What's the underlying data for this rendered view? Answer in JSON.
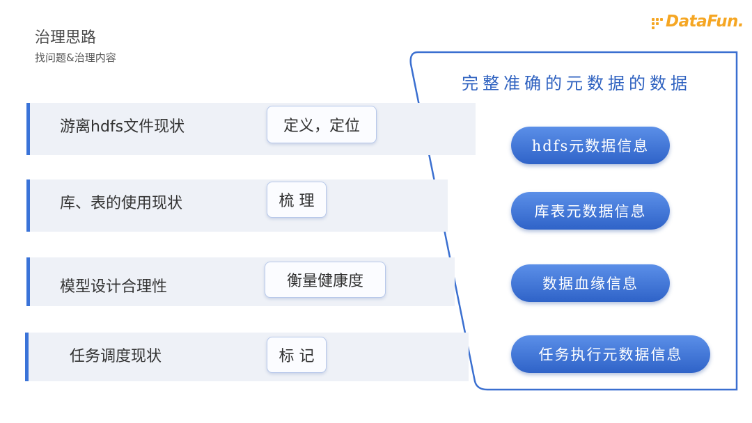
{
  "header": {
    "title": "治理思路",
    "subtitle": "找问题&治理内容"
  },
  "logo": {
    "text": "DataFun.",
    "color": "#f5a623"
  },
  "rows": [
    {
      "label": "游离hdfs文件现状",
      "tag": "定义，定位"
    },
    {
      "label": "库、表的使用现状",
      "tag": "梳 理"
    },
    {
      "label": "模型设计合理性",
      "tag": "衡量健康度"
    },
    {
      "label": "任务调度现状",
      "tag": "标 记"
    }
  ],
  "panel": {
    "title": "完整准确的元数据的数据",
    "items": [
      "hdfs元数据信息",
      "库表元数据信息",
      "数据血缘信息",
      "任务执行元数据信息"
    ]
  },
  "colors": {
    "accent": "#3a73d8",
    "pill": "#2f63c8",
    "row_bg": "#eef1f7"
  }
}
